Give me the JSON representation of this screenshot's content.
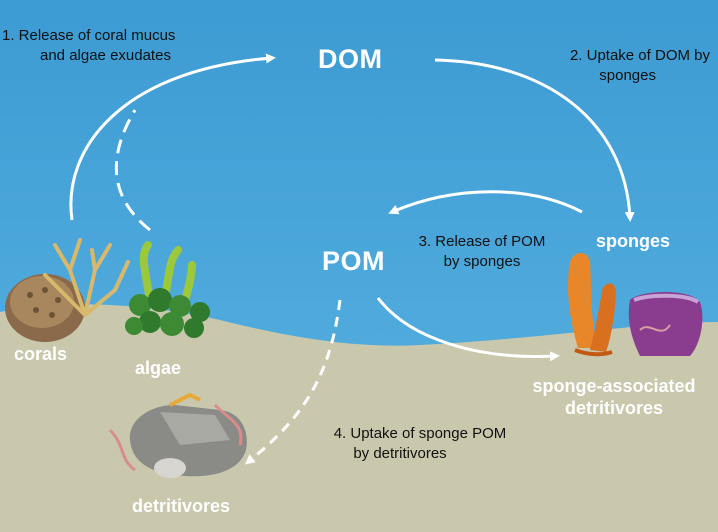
{
  "diagram": {
    "compartments": {
      "dom": "DOM",
      "pom": "POM"
    },
    "organisms": {
      "corals": "corals",
      "algae": "algae",
      "sponges": "sponges",
      "sponge_detritivores_line1": "sponge-associated",
      "sponge_detritivores_line2": "detritivores",
      "detritivores": "detritivores"
    },
    "steps": {
      "step1_line1": "1. Release of coral mucus",
      "step1_line2": "and algae exudates",
      "step2_line1": "2. Uptake of DOM by",
      "step2_line2": "sponges",
      "step3_line1": "3. Release of POM",
      "step3_line2": "by sponges",
      "step4_line1": "4. Uptake of sponge POM",
      "step4_line2": "by detritivores"
    },
    "colors": {
      "water": "#4aa6d9",
      "seafloor": "#c9c8ad",
      "arrow": "#ffffff",
      "sponge_orange": "#e8872a",
      "sponge_purple": "#8a3c8f",
      "algae_green": "#3d8a35",
      "coral_brown": "#8a6a4a"
    }
  }
}
